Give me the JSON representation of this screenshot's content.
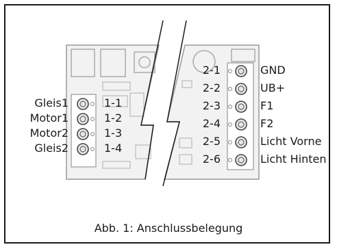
{
  "left_labels": [
    "Gleis1",
    "Motor1",
    "Motor2",
    "Gleis2"
  ],
  "left_pins": [
    "1-1",
    "1-2",
    "1-3",
    "1-4"
  ],
  "right_pins": [
    "2-1",
    "2-2",
    "2-3",
    "2-4",
    "2-5",
    "2-6"
  ],
  "right_labels": [
    "GND",
    "UB+",
    "F1",
    "F2",
    "Licht Vorne",
    "Licht Hinten"
  ],
  "caption": {
    "prefix": "Abb. 1",
    "text": ": Anschlussbelegung"
  }
}
